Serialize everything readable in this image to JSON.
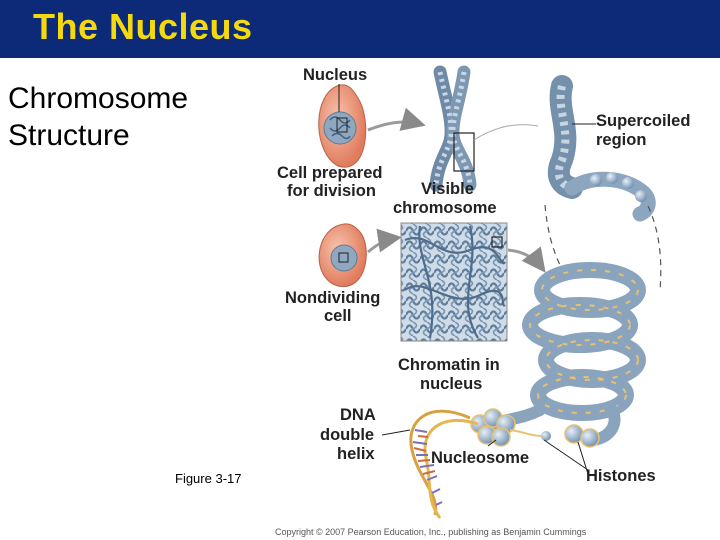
{
  "slide": {
    "title": "The Nucleus",
    "subtitle_line1": "Chromosome",
    "subtitle_line2": "Structure",
    "figure_ref": "Figure 3-17",
    "copyright": "Copyright © 2007 Pearson Education, Inc., publishing as Benjamin Cummings"
  },
  "diagram": {
    "labels": {
      "nucleus": "Nucleus",
      "cell_prepared_1": "Cell prepared",
      "cell_prepared_2": "for division",
      "visible_1": "Visible",
      "visible_2": "chromosome",
      "supercoiled_1": "Supercoiled",
      "supercoiled_2": "region",
      "nondividing_1": "Nondividing",
      "nondividing_2": "cell",
      "chromatin_1": "Chromatin in",
      "chromatin_2": "nucleus",
      "dna_1": "DNA",
      "dna_2": "double",
      "dna_3": "helix",
      "nucleosome": "Nucleosome",
      "histones": "Histones"
    },
    "colors": {
      "title_bar": "#0c2a78",
      "title_text": "#f5d90f",
      "cell": "#f0a58a",
      "chromatin": "#8aa4be",
      "histone": "#a9c0d6",
      "dna_band": "#e8c070"
    }
  }
}
